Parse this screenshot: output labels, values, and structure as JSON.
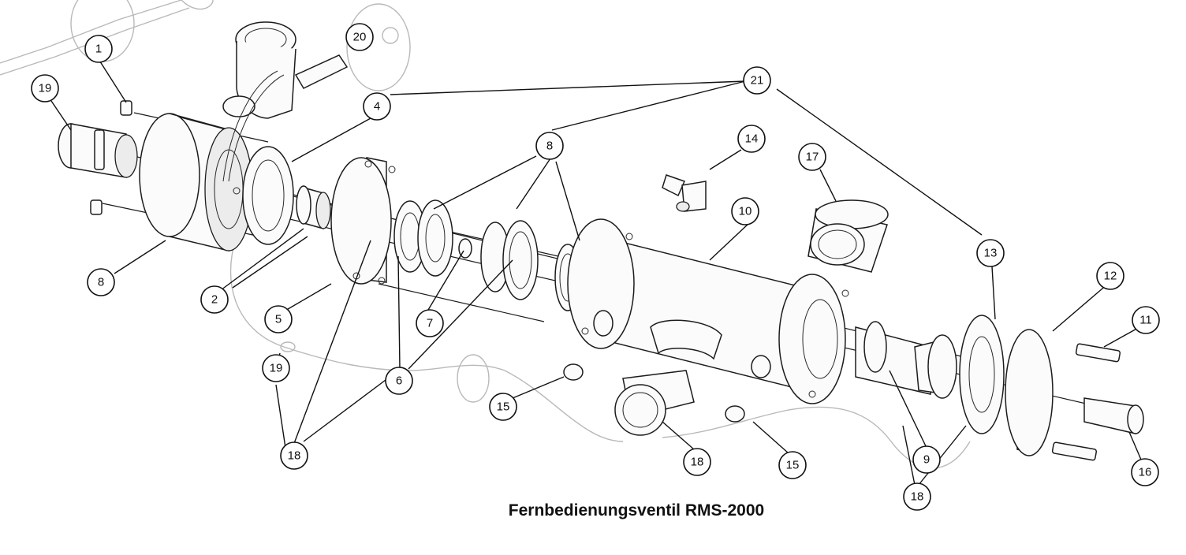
{
  "title": "Fernbedienungsventil RMS-2000",
  "callouts": {
    "c1": "1",
    "c2": "2",
    "c4": "4",
    "c5": "5",
    "c6": "6",
    "c7": "7",
    "c8a": "8",
    "c8b": "8",
    "c9": "9",
    "c10": "10",
    "c11": "11",
    "c12": "12",
    "c13": "13",
    "c14": "14",
    "c15a": "15",
    "c15b": "15",
    "c16": "16",
    "c17": "17",
    "c18a": "18",
    "c18b": "18",
    "c18c": "18",
    "c19a": "19",
    "c19b": "19",
    "c20": "20",
    "c21": "21"
  }
}
